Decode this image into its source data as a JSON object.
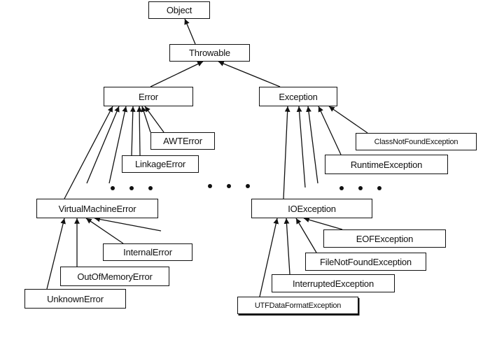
{
  "nodes": {
    "object": "Object",
    "throwable": "Throwable",
    "error": "Error",
    "exception": "Exception",
    "awterror": "AWTError",
    "linkageerror": "LinkageError",
    "classnotfound": "ClassNotFoundException",
    "runtimeexception": "RuntimeException",
    "virtualmachineerror": "VirtualMachineError",
    "ioexception": "IOException",
    "internalerror": "InternalError",
    "outofmemoryerror": "OutOfMemoryError",
    "unknownerror": "UnknownError",
    "eofexception": "EOFException",
    "filenotfound": "FileNotFoundException",
    "interrupted": "InterruptedException",
    "utfdataformat": "UTFDataFormatException"
  }
}
